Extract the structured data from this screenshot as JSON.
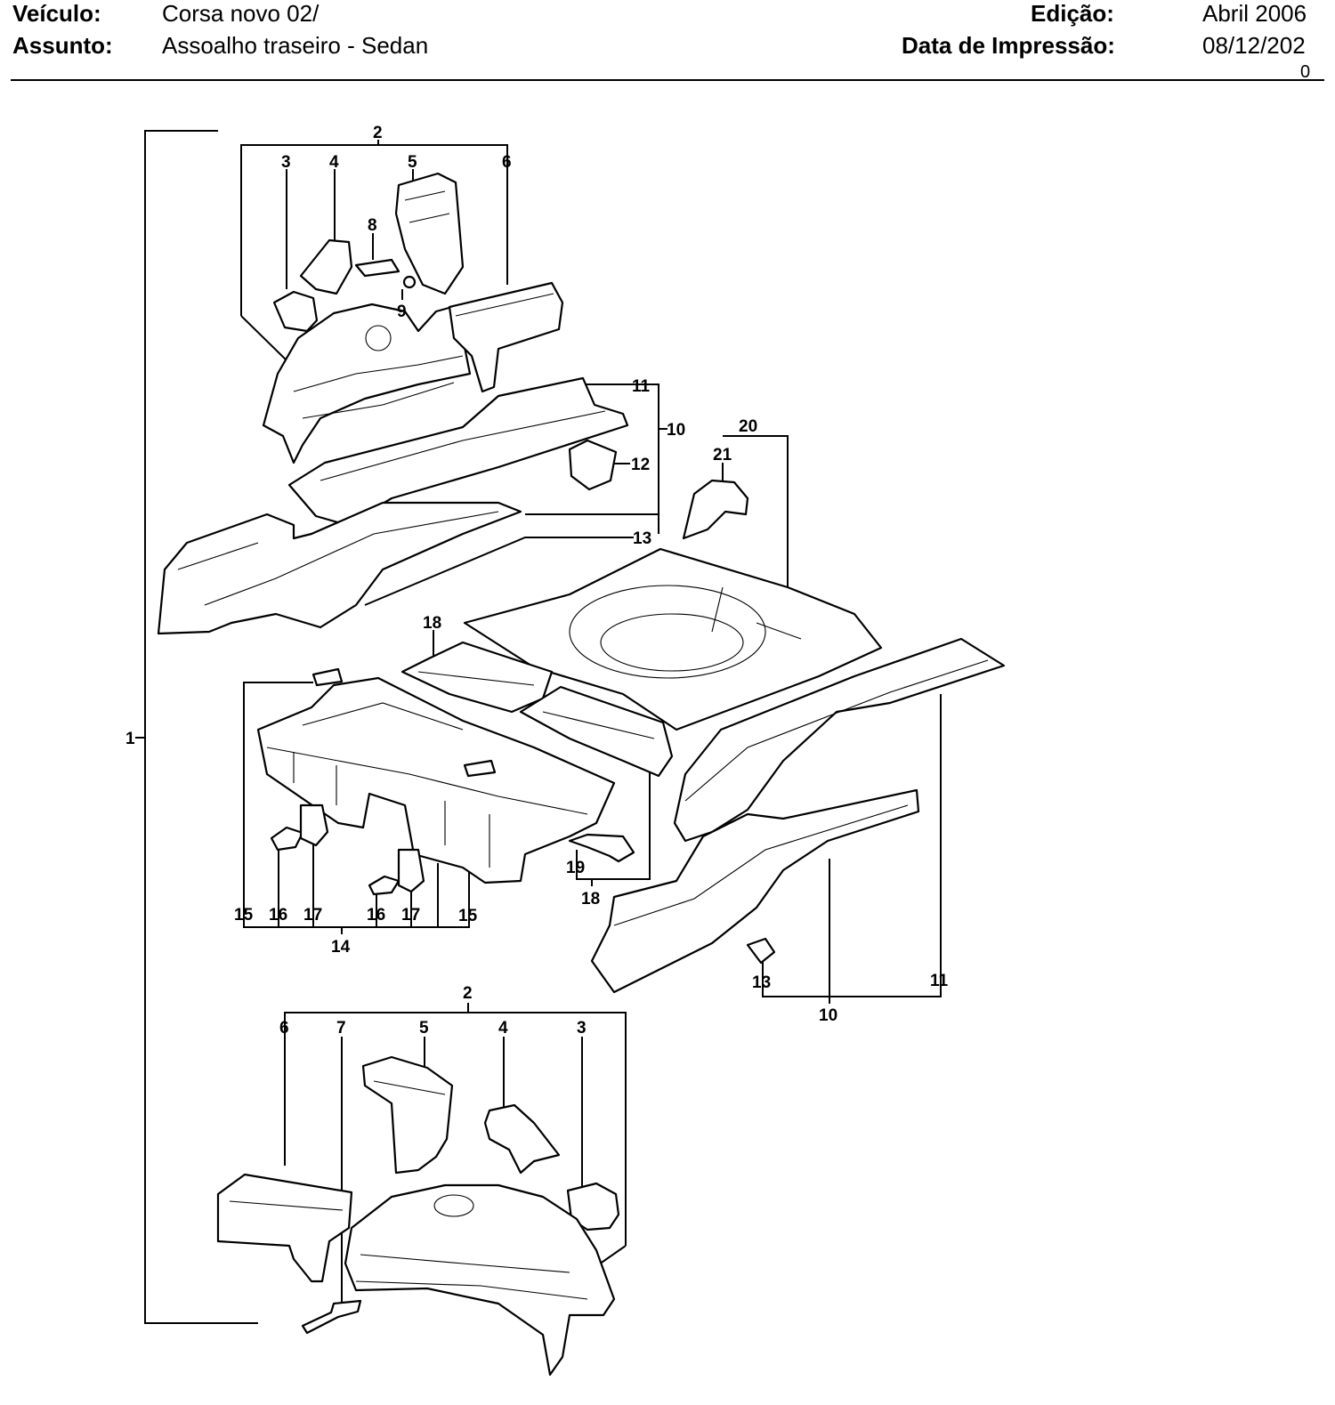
{
  "header": {
    "vehicle_label": "Veículo:",
    "vehicle_value": "Corsa novo 02/",
    "subject_label": "Assunto:",
    "subject_value": "Assoalho traseiro - Sedan",
    "edition_label": "Edição:",
    "edition_value": "Abril 2006",
    "print_date_label": "Data de Impressão:",
    "print_date_value": "08/12/202",
    "print_date_overflow": "0"
  },
  "callouts": {
    "c1": "1",
    "c2_top": "2",
    "c3_top": "3",
    "c4_top": "4",
    "c5_top": "5",
    "c6_top": "6",
    "c8": "8",
    "c9": "9",
    "c10_top": "10",
    "c11_top": "11",
    "c12": "12",
    "c13_top": "13",
    "c18_top": "18",
    "c20": "20",
    "c21": "21",
    "c15_left": "15",
    "c16_left": "16",
    "c17_left": "17",
    "c16_mid": "16",
    "c17_mid": "17",
    "c15_right": "15",
    "c14": "14",
    "c19": "19",
    "c18_bottom": "18",
    "c13_bottom": "13",
    "c11_bottom": "11",
    "c10_bottom": "10",
    "c2_bottom": "2",
    "c6_bottom": "6",
    "c7": "7",
    "c5_bottom": "5",
    "c4_bottom": "4",
    "c3_bottom": "3"
  }
}
